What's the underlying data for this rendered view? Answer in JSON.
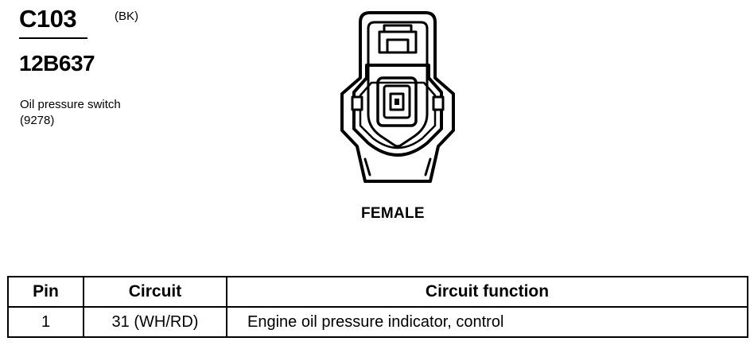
{
  "connector": {
    "id": "C103",
    "color_code": "(BK)",
    "part_number": "12B637",
    "description_line1": "Oil pressure switch",
    "description_line2": "(9278)"
  },
  "drawing": {
    "view_label": "FEMALE",
    "icon": "connector-face-icon"
  },
  "pin_table": {
    "headers": [
      "Pin",
      "Circuit",
      "Circuit function"
    ],
    "rows": [
      {
        "pin": "1",
        "circuit": "31 (WH/RD)",
        "function": "Engine oil pressure indicator, control"
      }
    ]
  }
}
